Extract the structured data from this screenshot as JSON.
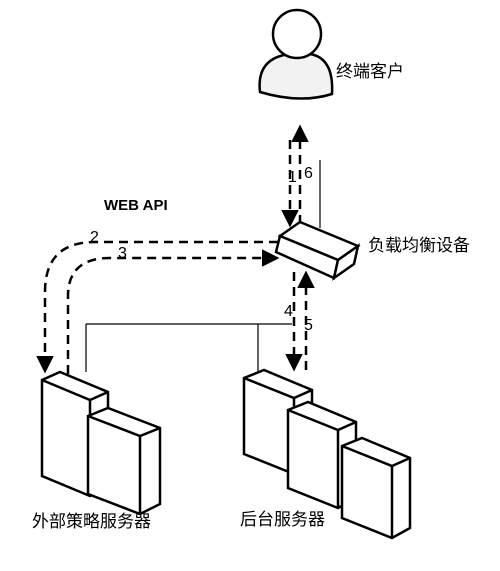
{
  "labels": {
    "client": "终端客户",
    "load_balancer": "负载均衡设备",
    "web_api": "WEB API",
    "external_servers": "外部策略服务器",
    "backend_servers": "后台服务器"
  },
  "steps": [
    "1",
    "2",
    "3",
    "4",
    "5",
    "6"
  ]
}
